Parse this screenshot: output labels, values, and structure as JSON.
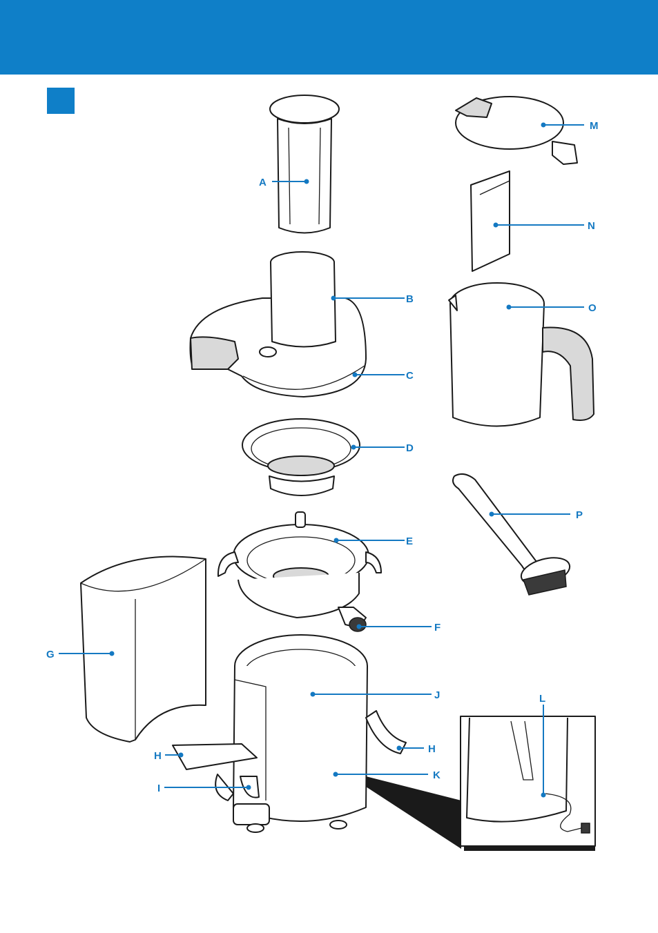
{
  "colors": {
    "brand_blue": "#0f7fc8",
    "leader_blue": "#1479c2",
    "line_black": "#1a1a1a"
  },
  "labels": {
    "A": "A",
    "B": "B",
    "C": "C",
    "D": "D",
    "E": "E",
    "F": "F",
    "G": "G",
    "H1": "H",
    "H2": "H",
    "I": "I",
    "J": "J",
    "K": "K",
    "L": "L",
    "M": "M",
    "N": "N",
    "O": "O",
    "P": "P"
  }
}
